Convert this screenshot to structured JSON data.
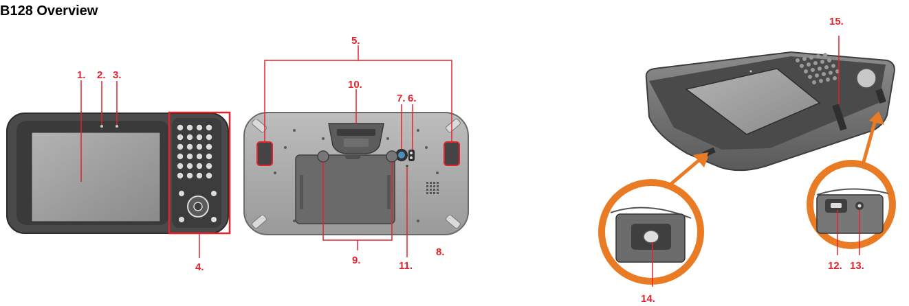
{
  "page": {
    "title": "B128 Overview"
  },
  "colors": {
    "callout": "#e8202a",
    "ring": "#e87b23",
    "device_body": "#4b4b4b",
    "device_back": "#a8a8a8",
    "screen": "#9b9b9b"
  },
  "views": [
    {
      "name": "front-view",
      "callouts": [
        "1.",
        "2.",
        "3.",
        "4."
      ]
    },
    {
      "name": "back-view",
      "callouts": [
        "5.",
        "6.",
        "7.",
        "8.",
        "9.",
        "10.",
        "11."
      ]
    },
    {
      "name": "side-view",
      "callouts": [
        "12.",
        "13.",
        "14.",
        "15."
      ]
    }
  ],
  "callouts": {
    "c1": "1.",
    "c2": "2.",
    "c3": "3.",
    "c4": "4.",
    "c5": "5.",
    "c6": "6.",
    "c7": "7.",
    "c8": "8.",
    "c9": "9.",
    "c10": "10.",
    "c11": "11.",
    "c12": "12.",
    "c13": "13.",
    "c14": "14.",
    "c15": "15."
  }
}
